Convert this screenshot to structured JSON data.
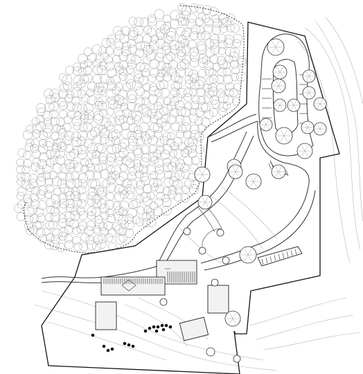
{
  "plan": {
    "type": "site-plan-drawing",
    "colors": {
      "background": "#ffffff",
      "ink": "#222222",
      "tree_outline": "#888888",
      "contour": "#b5b5b5"
    },
    "elements": [
      "forest-canopy",
      "property-boundary",
      "access-road",
      "parking-upper",
      "parking-lower",
      "main-building",
      "annex-building-west",
      "annex-building-south",
      "annex-building-east",
      "footpath",
      "specimen-trees",
      "topographic-contours"
    ]
  }
}
